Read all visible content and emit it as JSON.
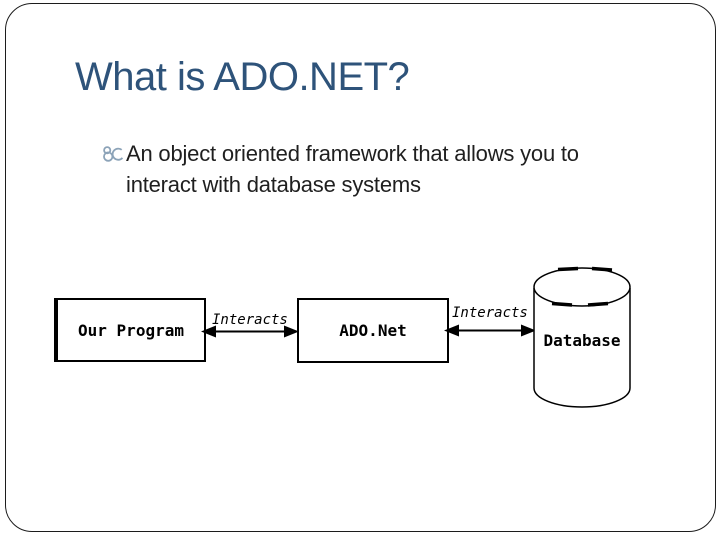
{
  "slide": {
    "title": "What is ADO.NET?",
    "bullet": {
      "lines": [
        "An object oriented framework that allows you to",
        "interact with database systems"
      ]
    },
    "diagram": {
      "program_box_label": "Our Program",
      "ado_box_label": "ADO.Net",
      "database_label": "Database",
      "left_arrow_label": "Interacts",
      "right_arrow_label": "Interacts"
    },
    "colors": {
      "title_text": "#2e537a",
      "body_text": "#1f1f1f",
      "bullet_glyph": "#8ca3b8",
      "diagram_stroke": "#000000",
      "background": "#ffffff"
    }
  }
}
